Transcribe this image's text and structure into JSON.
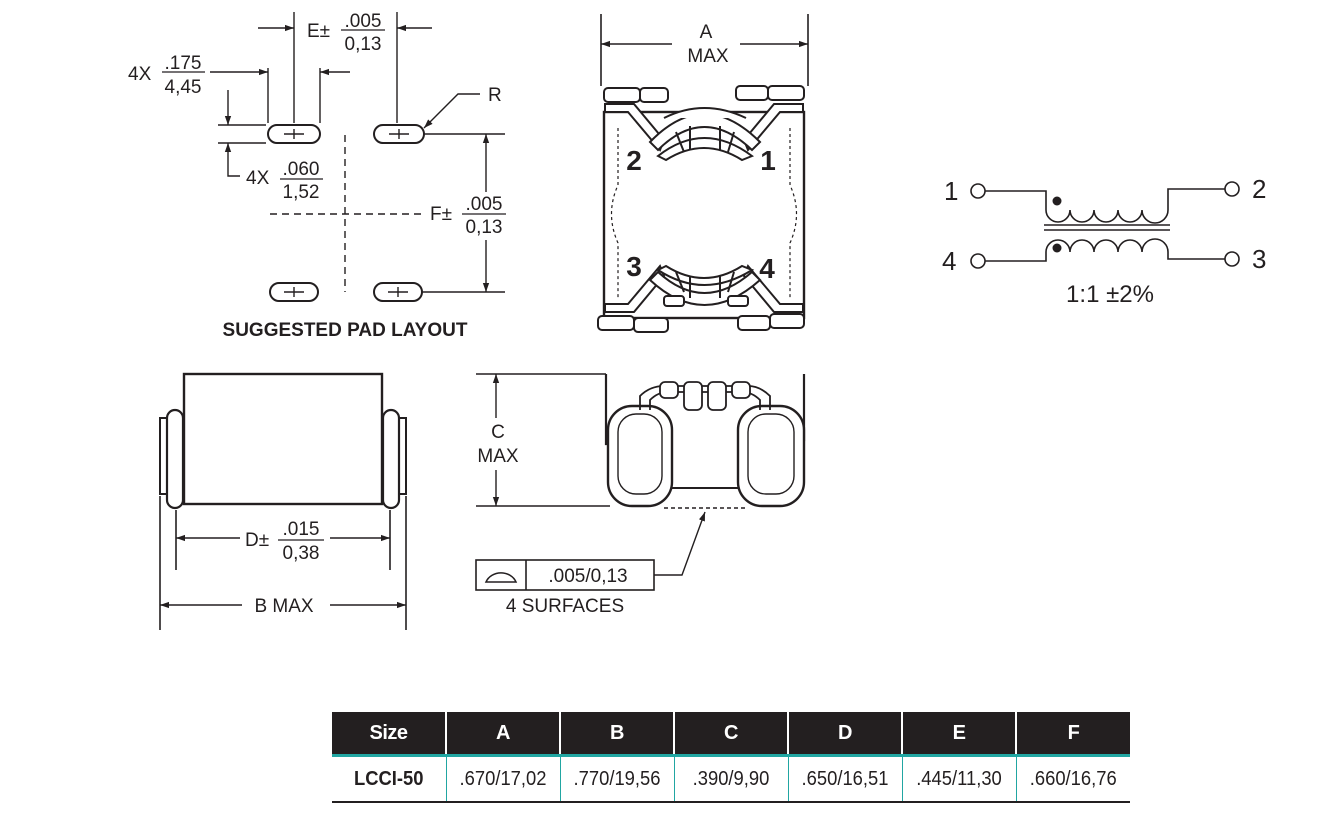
{
  "pad_layout": {
    "title": "SUGGESTED PAD LAYOUT",
    "dim_pitch": {
      "prefix": "4X",
      "num": ".175",
      "den": "4,45"
    },
    "dim_e": {
      "prefix": "E±",
      "num": ".005",
      "den": "0,13"
    },
    "dim_r": "R",
    "dim_pad": {
      "prefix": "4X",
      "num": ".060",
      "den": "1,52"
    },
    "dim_f": {
      "prefix": "F±",
      "num": ".005",
      "den": "0,13"
    }
  },
  "top_view": {
    "dim_a": {
      "line1": "A",
      "line2": "MAX"
    },
    "pins": [
      "1",
      "2",
      "3",
      "4"
    ]
  },
  "side_view": {
    "dim_d": {
      "prefix": "D±",
      "num": ".015",
      "den": "0,38"
    },
    "dim_b": "B MAX"
  },
  "end_view": {
    "dim_c": {
      "line1": "C",
      "line2": "MAX"
    },
    "flatness_value": ".005/0,13",
    "flatness_note": "4 SURFACES"
  },
  "schematic": {
    "pins": {
      "p1": "1",
      "p2": "2",
      "p3": "3",
      "p4": "4"
    },
    "ratio": "1:1 ±2%"
  },
  "table": {
    "headers": [
      "Size",
      "A",
      "B",
      "C",
      "D",
      "E",
      "F"
    ],
    "rows": [
      [
        "LCCI-50",
        ".670/17,02",
        ".770/19,56",
        ".390/9,90",
        ".650/16,51",
        ".445/11,30",
        ".660/16,76"
      ]
    ]
  }
}
